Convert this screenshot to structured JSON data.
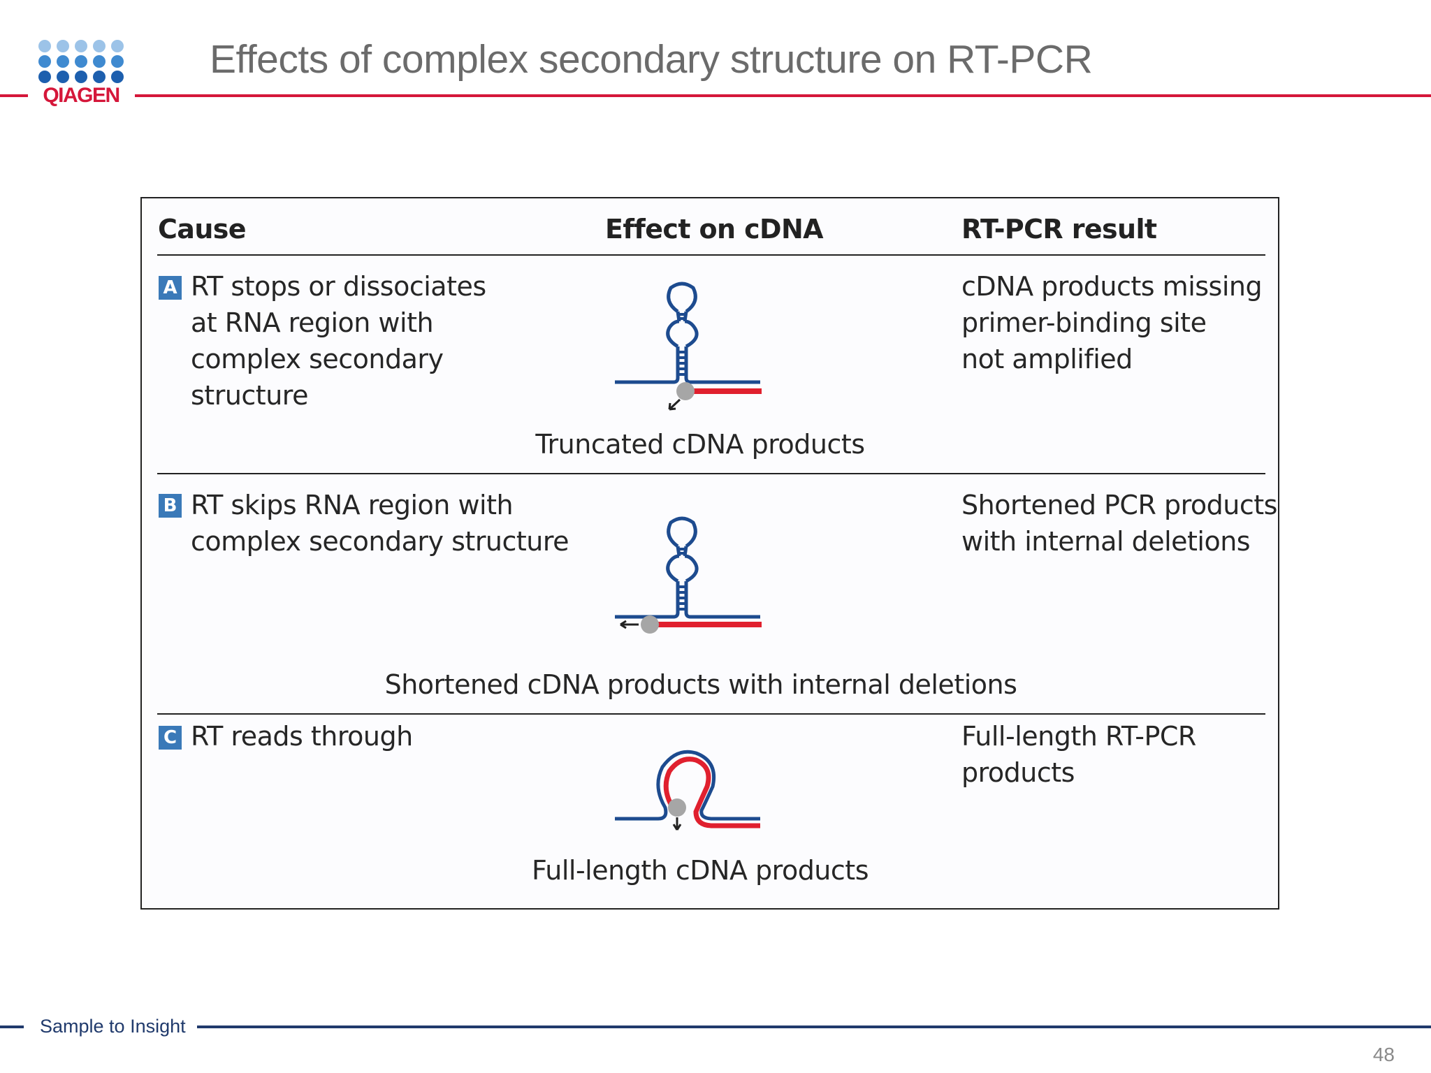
{
  "logo": {
    "text": "QIAGEN",
    "text_color": "#d5173a",
    "dot_colors": [
      "#9cc3e8",
      "#3f8ad0",
      "#1d5fae"
    ]
  },
  "slide": {
    "title": "Effects of complex secondary structure on RT-PCR",
    "accent_color": "#d5173a"
  },
  "table": {
    "headers": {
      "cause": "Cause",
      "effect": "Effect on cDNA",
      "result": "RT-PCR result"
    },
    "rows": [
      {
        "badge": "A",
        "cause_lines": [
          "RT stops or dissociates",
          "at RNA region with",
          "complex secondary",
          "structure"
        ],
        "effect_caption": "Truncated cDNA products",
        "result_lines": [
          "cDNA products missing",
          "primer-binding site",
          "not amplified"
        ]
      },
      {
        "badge": "B",
        "cause_lines": [
          "RT skips RNA region with",
          "complex secondary structure"
        ],
        "effect_caption": "Shortened cDNA products with internal deletions",
        "result_lines": [
          "Shortened PCR products",
          "with internal deletions"
        ]
      },
      {
        "badge": "C",
        "cause_lines": [
          "RT reads through"
        ],
        "effect_caption": "Full-length cDNA products",
        "result_lines": [
          "Full-length RT-PCR",
          "products"
        ]
      }
    ],
    "colors": {
      "rna": "#1d4b8f",
      "cdna": "#e0202e",
      "enzyme": "#a6a6a6",
      "badge": "#3a79b8"
    }
  },
  "footer": {
    "tagline": "Sample to Insight",
    "page_number": "48",
    "line_color": "#203a6c"
  }
}
